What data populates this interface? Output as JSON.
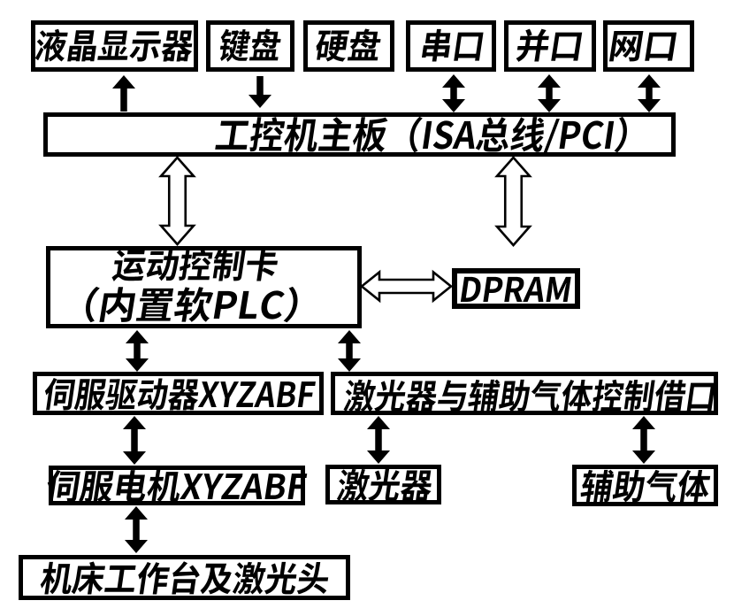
{
  "colors": {
    "ink": "#000000",
    "background": "#ffffff"
  },
  "diagram": {
    "nodes": {
      "lcd": {
        "label": "液晶显示器"
      },
      "keyboard": {
        "label": "键盘"
      },
      "harddisk": {
        "label": "硬盘"
      },
      "serial_port": {
        "label": "串口"
      },
      "parallel_port": {
        "label": "并口"
      },
      "network_port": {
        "label": "网口"
      },
      "mainboard": {
        "label": "工控机主板（ISA总线/PCI）"
      },
      "motion_card": {
        "label_line1": "运动控制卡",
        "label_line2": "（内置软PLC）"
      },
      "dpram": {
        "label": "DPRAM"
      },
      "servo_driver": {
        "label": "伺服驱动器XYZABF"
      },
      "laser_gas_interface": {
        "label": "激光器与辅助气体控制借口"
      },
      "servo_motor": {
        "label": "伺服电机XYZABF"
      },
      "laser": {
        "label": "激光器"
      },
      "aux_gas": {
        "label": "辅助气体"
      },
      "worktable": {
        "label": "机床工作台及激光头"
      }
    },
    "edges": [
      {
        "from": "mainboard",
        "to": "lcd",
        "style": "solid",
        "heads": "up"
      },
      {
        "from": "keyboard",
        "to": "mainboard",
        "style": "solid",
        "heads": "down"
      },
      {
        "from": "serial_port",
        "to": "mainboard",
        "style": "solid",
        "heads": "both"
      },
      {
        "from": "parallel_port",
        "to": "mainboard",
        "style": "solid",
        "heads": "both"
      },
      {
        "from": "network_port",
        "to": "mainboard",
        "style": "solid",
        "heads": "both"
      },
      {
        "from": "mainboard",
        "to": "motion_card",
        "style": "hollow",
        "heads": "both"
      },
      {
        "from": "mainboard",
        "to": "dpram",
        "style": "hollow",
        "heads": "both"
      },
      {
        "from": "motion_card",
        "to": "dpram",
        "style": "hollow",
        "heads": "both"
      },
      {
        "from": "motion_card",
        "to": "servo_driver",
        "style": "solid",
        "heads": "both"
      },
      {
        "from": "motion_card",
        "to": "laser_gas_interface",
        "style": "solid",
        "heads": "both"
      },
      {
        "from": "servo_driver",
        "to": "servo_motor",
        "style": "solid",
        "heads": "both"
      },
      {
        "from": "laser_gas_interface",
        "to": "laser",
        "style": "solid",
        "heads": "both"
      },
      {
        "from": "laser_gas_interface",
        "to": "aux_gas",
        "style": "solid",
        "heads": "both"
      },
      {
        "from": "servo_motor",
        "to": "worktable",
        "style": "solid",
        "heads": "both"
      }
    ]
  }
}
